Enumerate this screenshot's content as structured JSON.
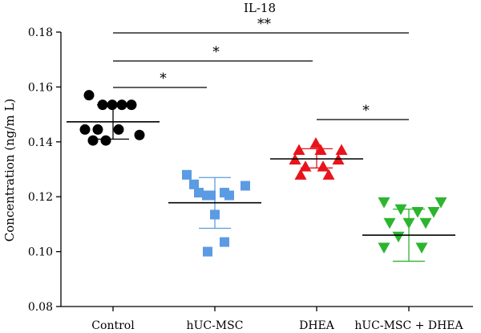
{
  "chart_data": {
    "type": "scatter",
    "title": "IL-18",
    "ylabel": "Concentration (ng/m L)",
    "xlabel": "",
    "ylim": [
      0.08,
      0.18
    ],
    "yticks": [
      "0.08",
      "0.10",
      "0.12",
      "0.14",
      "0.16",
      "0.18"
    ],
    "grid": false,
    "categories": [
      "Control",
      "hUC-MSC",
      "DHEA",
      "hUC-MSC + DHEA"
    ],
    "series": [
      {
        "category": "Control",
        "marker": "circle",
        "color": "#000000",
        "values": [
          0.157,
          0.1535,
          0.1535,
          0.1535,
          0.1535,
          0.1445,
          0.1445,
          0.1445,
          0.1425,
          0.1405,
          0.1405
        ],
        "mean": 0.1473,
        "sd_upper": 0.1535,
        "sd_lower": 0.141
      },
      {
        "category": "hUC-MSC",
        "marker": "square",
        "color": "#5B9BE3",
        "values": [
          0.128,
          0.1245,
          0.124,
          0.1215,
          0.1205,
          0.1215,
          0.1205,
          0.1205,
          0.1135,
          0.1035,
          0.1
        ],
        "mean": 0.1178,
        "sd_upper": 0.127,
        "sd_lower": 0.1085
      },
      {
        "category": "DHEA",
        "marker": "triangle-up",
        "color": "#E8131B",
        "values": [
          0.1395,
          0.137,
          0.137,
          0.137,
          0.1335,
          0.1335,
          0.131,
          0.131,
          0.128,
          0.128
        ],
        "mean": 0.1338,
        "sd_upper": 0.1375,
        "sd_lower": 0.1305
      },
      {
        "category": "hUC-MSC + DHEA",
        "marker": "triangle-down",
        "color": "#2CB52F",
        "values": [
          0.118,
          0.118,
          0.1155,
          0.1145,
          0.1145,
          0.1105,
          0.1105,
          0.1105,
          0.1055,
          0.1015,
          0.1015
        ],
        "mean": 0.106,
        "sd_upper": 0.1155,
        "sd_lower": 0.0965
      }
    ],
    "significance": [
      {
        "from": "Control",
        "to": "hUC-MSC + DHEA",
        "label": "**"
      },
      {
        "from": "Control",
        "to": "DHEA",
        "label": "*"
      },
      {
        "from": "Control",
        "to": "hUC-MSC",
        "label": "*"
      },
      {
        "from": "DHEA",
        "to": "hUC-MSC + DHEA",
        "label": "*"
      }
    ]
  }
}
